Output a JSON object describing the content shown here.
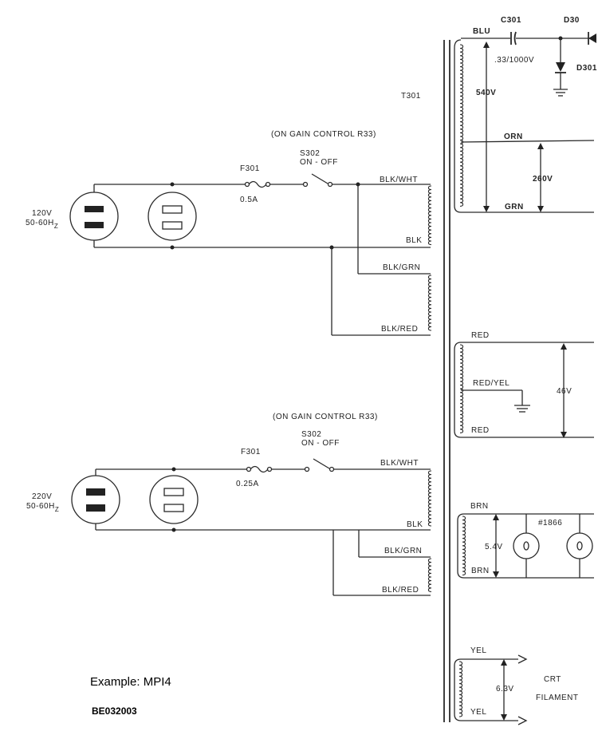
{
  "top": {
    "c301": "C301",
    "d30": "D30",
    "blu": "BLU",
    "cap_value": ".33/1000V",
    "d301": "D301",
    "v540": "540V",
    "t301": "T301",
    "orn": "ORN",
    "v260": "260V",
    "grn": "GRN"
  },
  "circuit120": {
    "gain_note": "(ON GAIN CONTROL R33)",
    "switch": "S302",
    "switch_state": "ON - OFF",
    "fuse": "F301",
    "fuse_rating": "0.5A",
    "voltage": "120V",
    "freq": "50-60H",
    "freq_sub": "Z",
    "blk_wht": "BLK/WHT",
    "blk": "BLK",
    "blk_grn": "BLK/GRN",
    "blk_red": "BLK/RED"
  },
  "circuit220": {
    "gain_note": "(ON GAIN CONTROL R33)",
    "switch": "S302",
    "switch_state": "ON - OFF",
    "fuse": "F301",
    "fuse_rating": "0.25A",
    "voltage": "220V",
    "freq": "50-60H",
    "freq_sub": "Z",
    "blk_wht": "BLK/WHT",
    "blk": "BLK",
    "blk_grn": "BLK/GRN",
    "blk_red": "BLK/RED"
  },
  "red_winding": {
    "red_top": "RED",
    "red_yel": "RED/YEL",
    "v46": "46V",
    "red_bot": "RED"
  },
  "brn_winding": {
    "brn_top": "BRN",
    "v54": "5.4V",
    "lamp": "#1866",
    "brn_bot": "BRN"
  },
  "yel_winding": {
    "yel_top": "YEL",
    "v63": "6.3V",
    "crt": "CRT",
    "filament": "FILAMENT",
    "yel_bot": "YEL"
  },
  "footer": {
    "example": "Example: MPI4",
    "code": "BE032003"
  }
}
